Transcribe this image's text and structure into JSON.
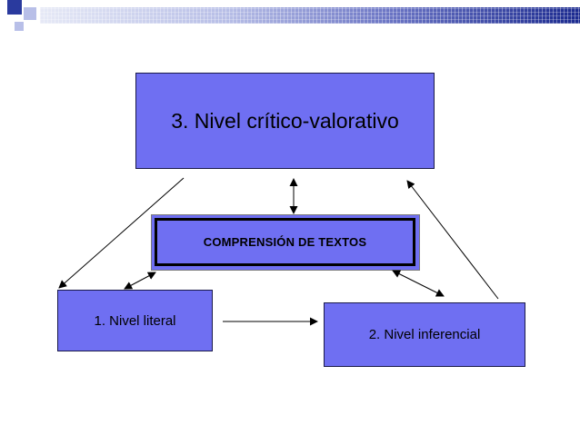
{
  "diagram": {
    "critico_label": "3. Nivel crítico-valorativo",
    "center_label": "COMPRENSIÓN DE TEXTOS",
    "literal_label": "1. Nivel literal",
    "inferencial_label": "2. Nivel inferencial"
  },
  "colors": {
    "box_fill": "#6f6ff2",
    "header_dark": "#1b2a8f",
    "header_light": "#e6e9f6",
    "square_dark": "#2a3a9e",
    "square_light": "#b8bfe8"
  }
}
